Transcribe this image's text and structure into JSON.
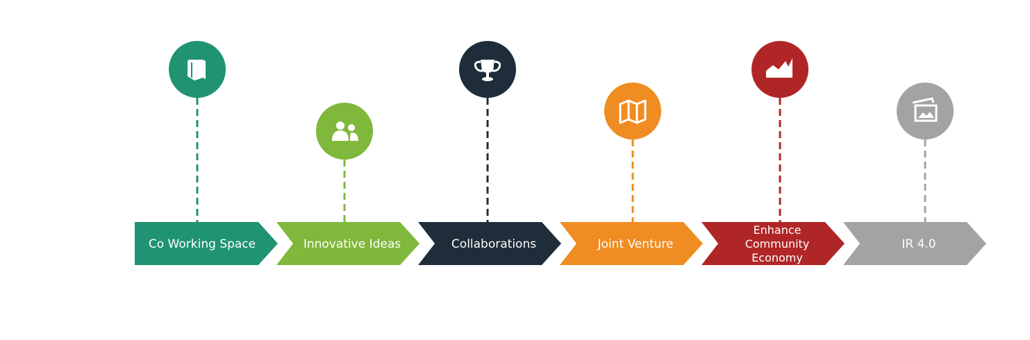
{
  "steps": [
    {
      "id": "co-working-space",
      "label_lines": [
        "Co Working Space"
      ],
      "color": "#1f9372",
      "icon": "book-icon"
    },
    {
      "id": "innovative-ideas",
      "label_lines": [
        "Innovative Ideas"
      ],
      "color": "#7fb83a",
      "icon": "users-icon"
    },
    {
      "id": "collaborations",
      "label_lines": [
        "Collaborations"
      ],
      "color": "#1f2d3a",
      "icon": "trophy-icon"
    },
    {
      "id": "joint-venture",
      "label_lines": [
        "Joint Venture"
      ],
      "color": "#ef8c22",
      "icon": "map-icon"
    },
    {
      "id": "enhance-community-economy",
      "label_lines": [
        "Enhance",
        "Community",
        "Economy"
      ],
      "color": "#b02627",
      "icon": "area-chart-icon"
    },
    {
      "id": "ir-4-0",
      "label_lines": [
        "IR 4.0"
      ],
      "color": "#a3a3a3",
      "icon": "images-icon"
    }
  ]
}
